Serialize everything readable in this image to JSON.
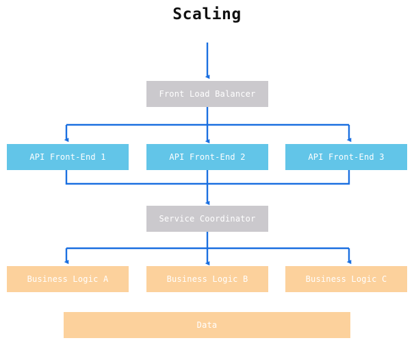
{
  "diagram": {
    "title": "Scaling",
    "colors": {
      "background": "#ffffff",
      "edge": "#1a6fe0",
      "node_gray": "#cbc9cd",
      "node_blue": "#62c5e8",
      "node_orange": "#fcd19c",
      "node_text": "#ffffff",
      "title_text": "#111111"
    },
    "nodes": [
      {
        "id": "front_load_balancer",
        "label": "Front Load Balancer",
        "tier": "balancer",
        "style": "gray"
      },
      {
        "id": "api_front_end_1",
        "label": "API Front-End 1",
        "tier": "api",
        "style": "blue"
      },
      {
        "id": "api_front_end_2",
        "label": "API Front-End 2",
        "tier": "api",
        "style": "blue"
      },
      {
        "id": "api_front_end_3",
        "label": "API Front-End 3",
        "tier": "api",
        "style": "blue"
      },
      {
        "id": "service_coordinator",
        "label": "Service Coordinator",
        "tier": "coordinator",
        "style": "gray"
      },
      {
        "id": "business_logic_a",
        "label": "Business Logic A",
        "tier": "logic",
        "style": "orange"
      },
      {
        "id": "business_logic_b",
        "label": "Business Logic B",
        "tier": "logic",
        "style": "orange"
      },
      {
        "id": "business_logic_c",
        "label": "Business Logic C",
        "tier": "logic",
        "style": "orange"
      },
      {
        "id": "data",
        "label": "Data",
        "tier": "data",
        "style": "orange"
      }
    ],
    "edges": [
      {
        "from": "entry",
        "to": "front_load_balancer",
        "kind": "arrow"
      },
      {
        "from": "front_load_balancer",
        "to": "api_front_end_1",
        "kind": "fan-out-arrow"
      },
      {
        "from": "front_load_balancer",
        "to": "api_front_end_2",
        "kind": "fan-out-arrow"
      },
      {
        "from": "front_load_balancer",
        "to": "api_front_end_3",
        "kind": "fan-out-arrow"
      },
      {
        "from": "api_front_end_1",
        "to": "service_coordinator",
        "kind": "fan-in"
      },
      {
        "from": "api_front_end_2",
        "to": "service_coordinator",
        "kind": "fan-in-arrow"
      },
      {
        "from": "api_front_end_3",
        "to": "service_coordinator",
        "kind": "fan-in"
      },
      {
        "from": "service_coordinator",
        "to": "business_logic_a",
        "kind": "fan-out-arrow"
      },
      {
        "from": "service_coordinator",
        "to": "business_logic_b",
        "kind": "fan-out-arrow"
      },
      {
        "from": "service_coordinator",
        "to": "business_logic_c",
        "kind": "fan-out-arrow"
      }
    ]
  }
}
